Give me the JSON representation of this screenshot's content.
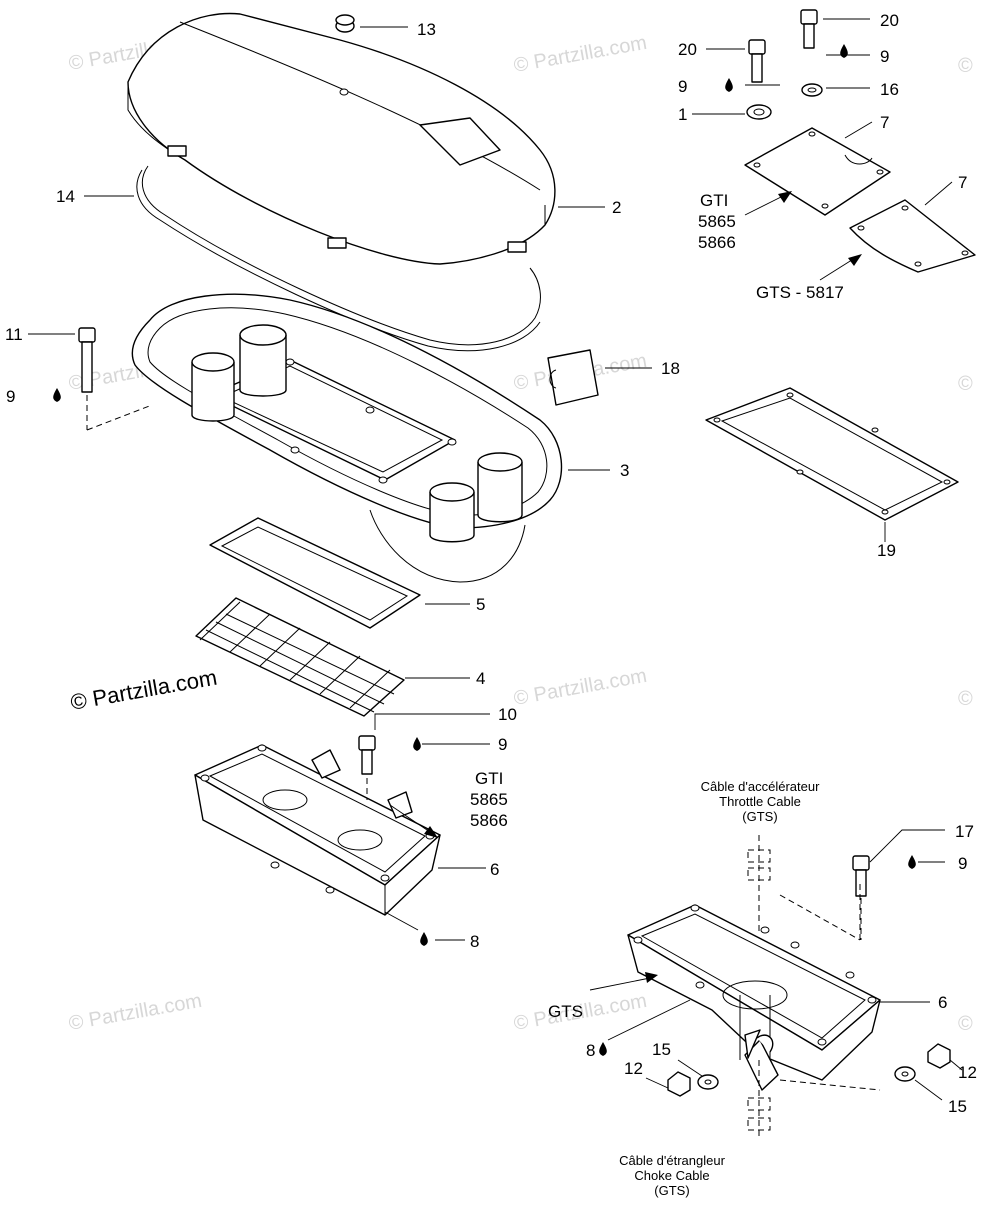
{
  "watermark": {
    "text": "© Partzilla.com",
    "corner_mark": "©"
  },
  "callouts": [
    {
      "id": "c13",
      "text": "13"
    },
    {
      "id": "c20a",
      "text": "20"
    },
    {
      "id": "c20b",
      "text": "20"
    },
    {
      "id": "c9a",
      "text": "9"
    },
    {
      "id": "c9b",
      "text": "9"
    },
    {
      "id": "c16",
      "text": "16"
    },
    {
      "id": "c1",
      "text": "1"
    },
    {
      "id": "c7a",
      "text": "7"
    },
    {
      "id": "c7b",
      "text": "7"
    },
    {
      "id": "c14",
      "text": "14"
    },
    {
      "id": "c2",
      "text": "2"
    },
    {
      "id": "c11",
      "text": "11"
    },
    {
      "id": "c9c",
      "text": "9"
    },
    {
      "id": "c18",
      "text": "18"
    },
    {
      "id": "c3",
      "text": "3"
    },
    {
      "id": "c19",
      "text": "19"
    },
    {
      "id": "c5",
      "text": "5"
    },
    {
      "id": "c4",
      "text": "4"
    },
    {
      "id": "c10",
      "text": "10"
    },
    {
      "id": "c9d",
      "text": "9"
    },
    {
      "id": "c6a",
      "text": "6"
    },
    {
      "id": "c8a",
      "text": "8"
    },
    {
      "id": "c17",
      "text": "17"
    },
    {
      "id": "c9e",
      "text": "9"
    },
    {
      "id": "c6b",
      "text": "6"
    },
    {
      "id": "c8b",
      "text": "8"
    },
    {
      "id": "c15a",
      "text": "15"
    },
    {
      "id": "c12a",
      "text": "12"
    },
    {
      "id": "c12b",
      "text": "12"
    },
    {
      "id": "c15b",
      "text": "15"
    }
  ],
  "model_notes": {
    "gti_top": [
      "GTI",
      "5865",
      "5866"
    ],
    "gts_top": "GTS - 5817",
    "gti_mid": [
      "GTI",
      "5865",
      "5866"
    ],
    "gts_bottom": "GTS"
  },
  "cable_notes": {
    "throttle": [
      "Câble d'accélérateur",
      "Throttle Cable",
      "(GTS)"
    ],
    "choke": [
      "Câble d'étrangleur",
      "Choke Cable",
      "(GTS)"
    ]
  }
}
